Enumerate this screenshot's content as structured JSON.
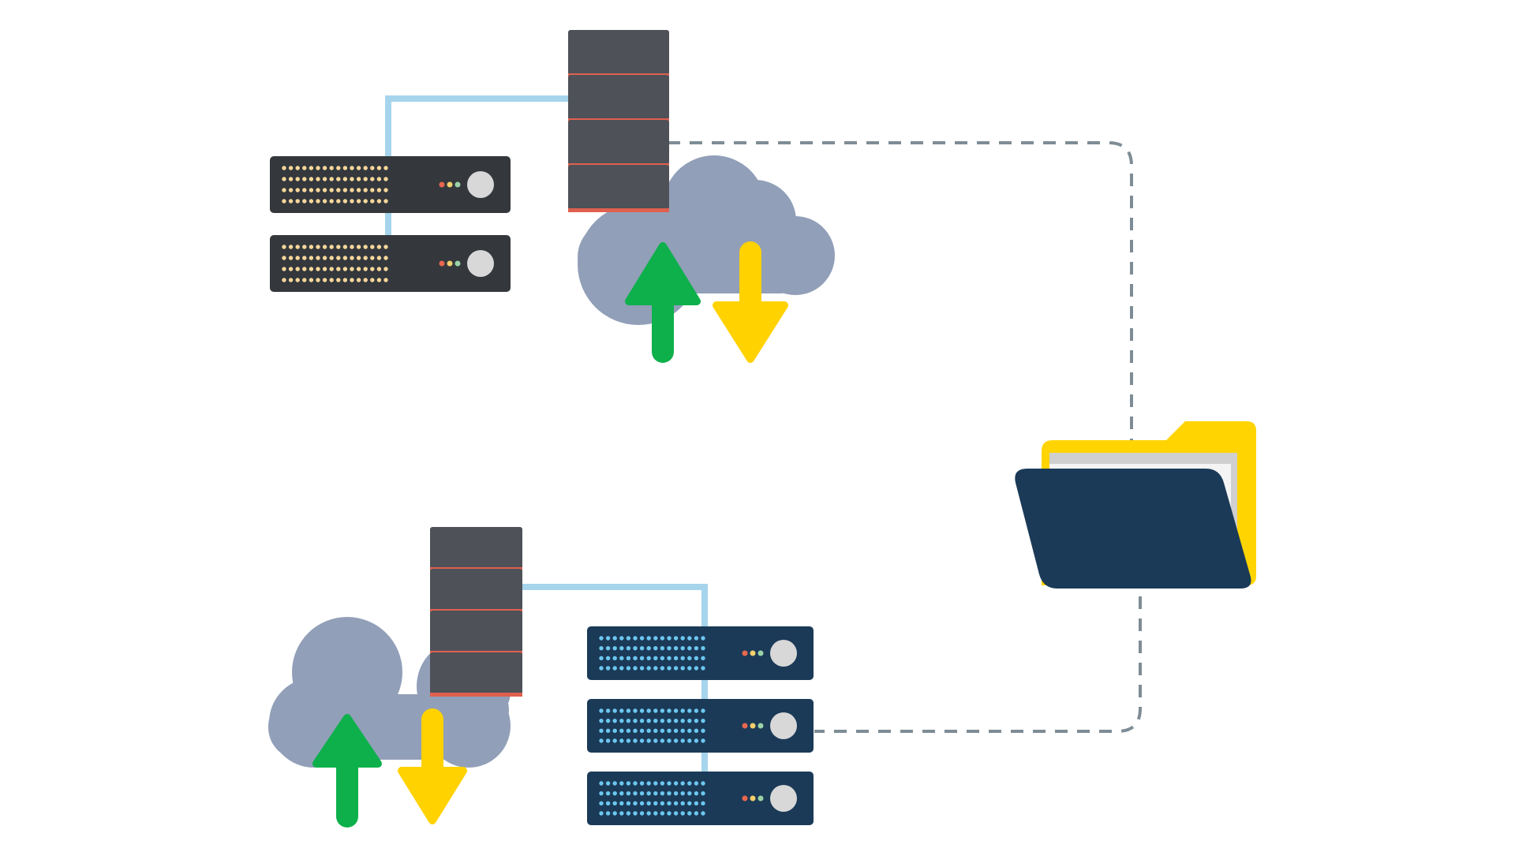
{
  "colors": {
    "background": "#ffffff",
    "dark_server": "#34383d",
    "navy_server": "#1b3a57",
    "tower_body": "#4e5158",
    "tower_separator": "#e0604f",
    "cloud": "#919fb8",
    "cable": "#a6d4ec",
    "dashed_line": "#7e8c95",
    "upload_arrow": "#0db04b",
    "download_arrow": "#ffd200",
    "amber_led": "#f7d79a",
    "blue_led": "#6cc7ef",
    "status_led_red": "#e9664f",
    "status_led_yellow": "#f3d06c",
    "status_led_green": "#9bd3a7",
    "power_button": "#d8d8d8",
    "folder_back": "#ffd400",
    "folder_front": "#1b3a57",
    "folder_paper": "#f4f4f4"
  },
  "groups": [
    {
      "id": "top-site",
      "server_count": 2,
      "server_style": "dark",
      "tower_units": 4
    },
    {
      "id": "bottom-site",
      "server_count": 3,
      "server_style": "navy",
      "tower_units": 4
    }
  ],
  "icons": [
    "server-icon",
    "server-tower-icon",
    "cloud-icon",
    "upload-arrow-icon",
    "download-arrow-icon",
    "folder-icon"
  ]
}
